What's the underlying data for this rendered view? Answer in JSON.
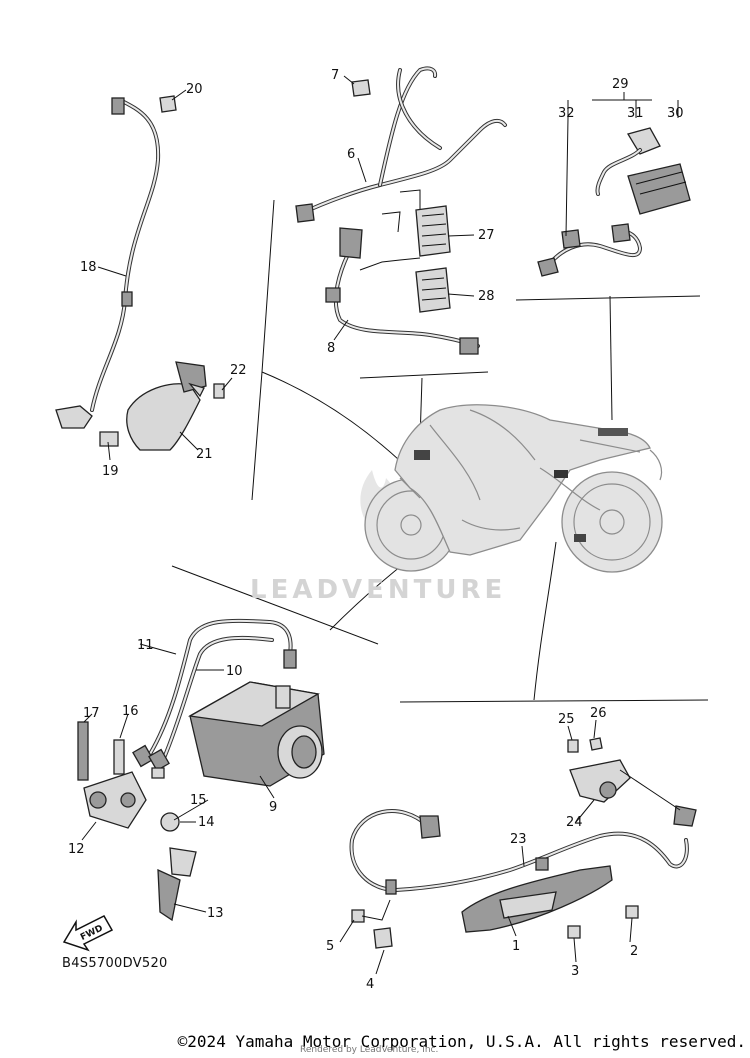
{
  "diagram": {
    "diagram_code": "B4S5700DV520",
    "fwd_label": "FWD",
    "watermark": "LEADVENTURE",
    "part_labels": [
      "1",
      "2",
      "3",
      "4",
      "5",
      "6",
      "7",
      "8",
      "9",
      "10",
      "11",
      "12",
      "13",
      "14",
      "15",
      "16",
      "17",
      "18",
      "19",
      "20",
      "21",
      "22",
      "23",
      "24",
      "25",
      "26",
      "27",
      "28",
      "29",
      "30",
      "31",
      "32"
    ]
  },
  "footer": {
    "copyright": "©2024 Yamaha Motor Corporation, U.S.A. All rights reserved.",
    "rendered_by": "Rendered by LeadVenture, Inc."
  }
}
